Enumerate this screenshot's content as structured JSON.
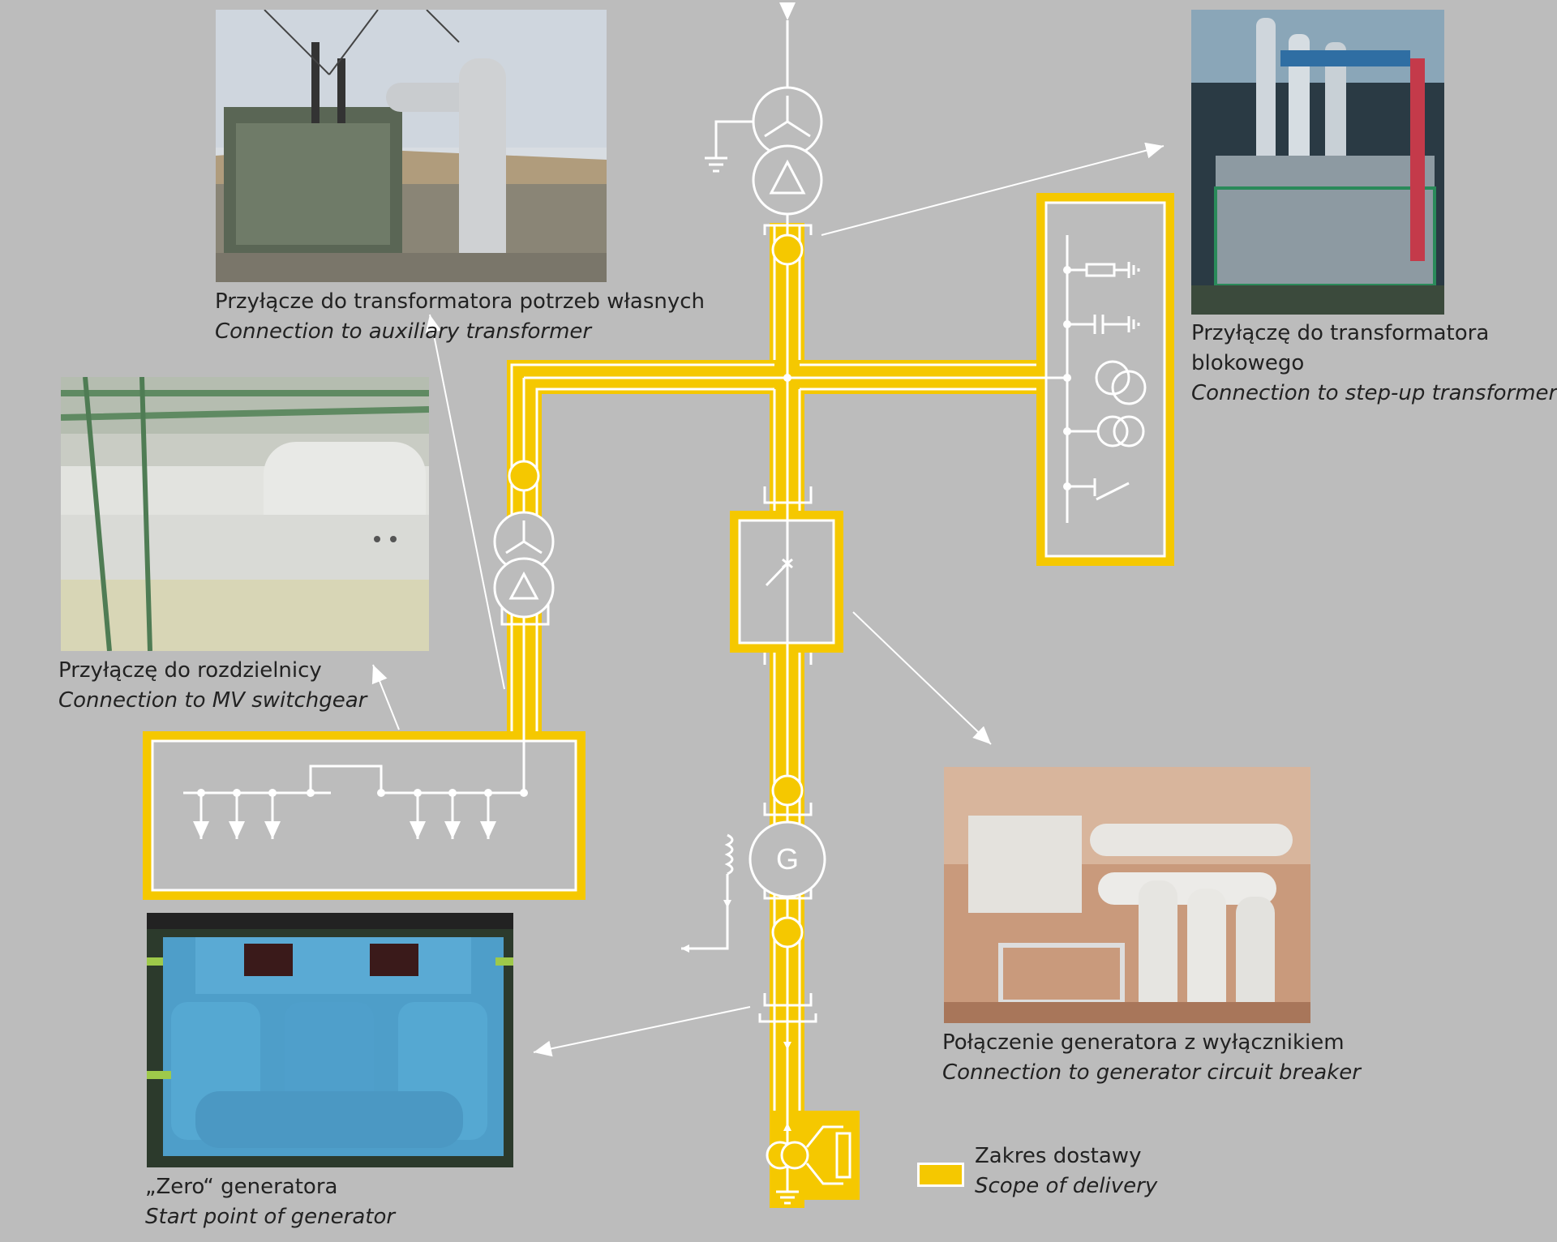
{
  "captions": {
    "aux_transformer": {
      "pl": "Przyłącze do transformatora potrzeb własnych",
      "en": "Connection to auxiliary transformer"
    },
    "stepup_transformer": {
      "pl_line1": "Przyłączę do transformatora",
      "pl_line2": "blokowego",
      "en": "Connection to step-up transformer"
    },
    "mv_switchgear": {
      "pl": "Przyłączę do rozdzielnicy",
      "en": "Connection to MV switchgear"
    },
    "gen_breaker": {
      "pl": "Połączenie generatora z wyłącznikiem",
      "en": "Connection to generator circuit breaker"
    },
    "gen_start": {
      "pl": "„Zero“ generatora",
      "en": "Start point of generator"
    }
  },
  "diagram": {
    "generator_symbol": "G"
  },
  "legend": {
    "pl": "Zakres dostawy",
    "en": "Scope of delivery",
    "color": "#f5c800"
  },
  "colors": {
    "background": "#bcbcbc",
    "scope": "#f5c800",
    "line": "#ffffff"
  },
  "photos": {
    "aux_transformer": "photo-aux-transformer",
    "stepup_transformer": "photo-stepup-transformer",
    "mv_switchgear": "photo-mv-switchgear",
    "gen_breaker": "photo-gen-breaker",
    "gen_start": "photo-gen-start"
  }
}
